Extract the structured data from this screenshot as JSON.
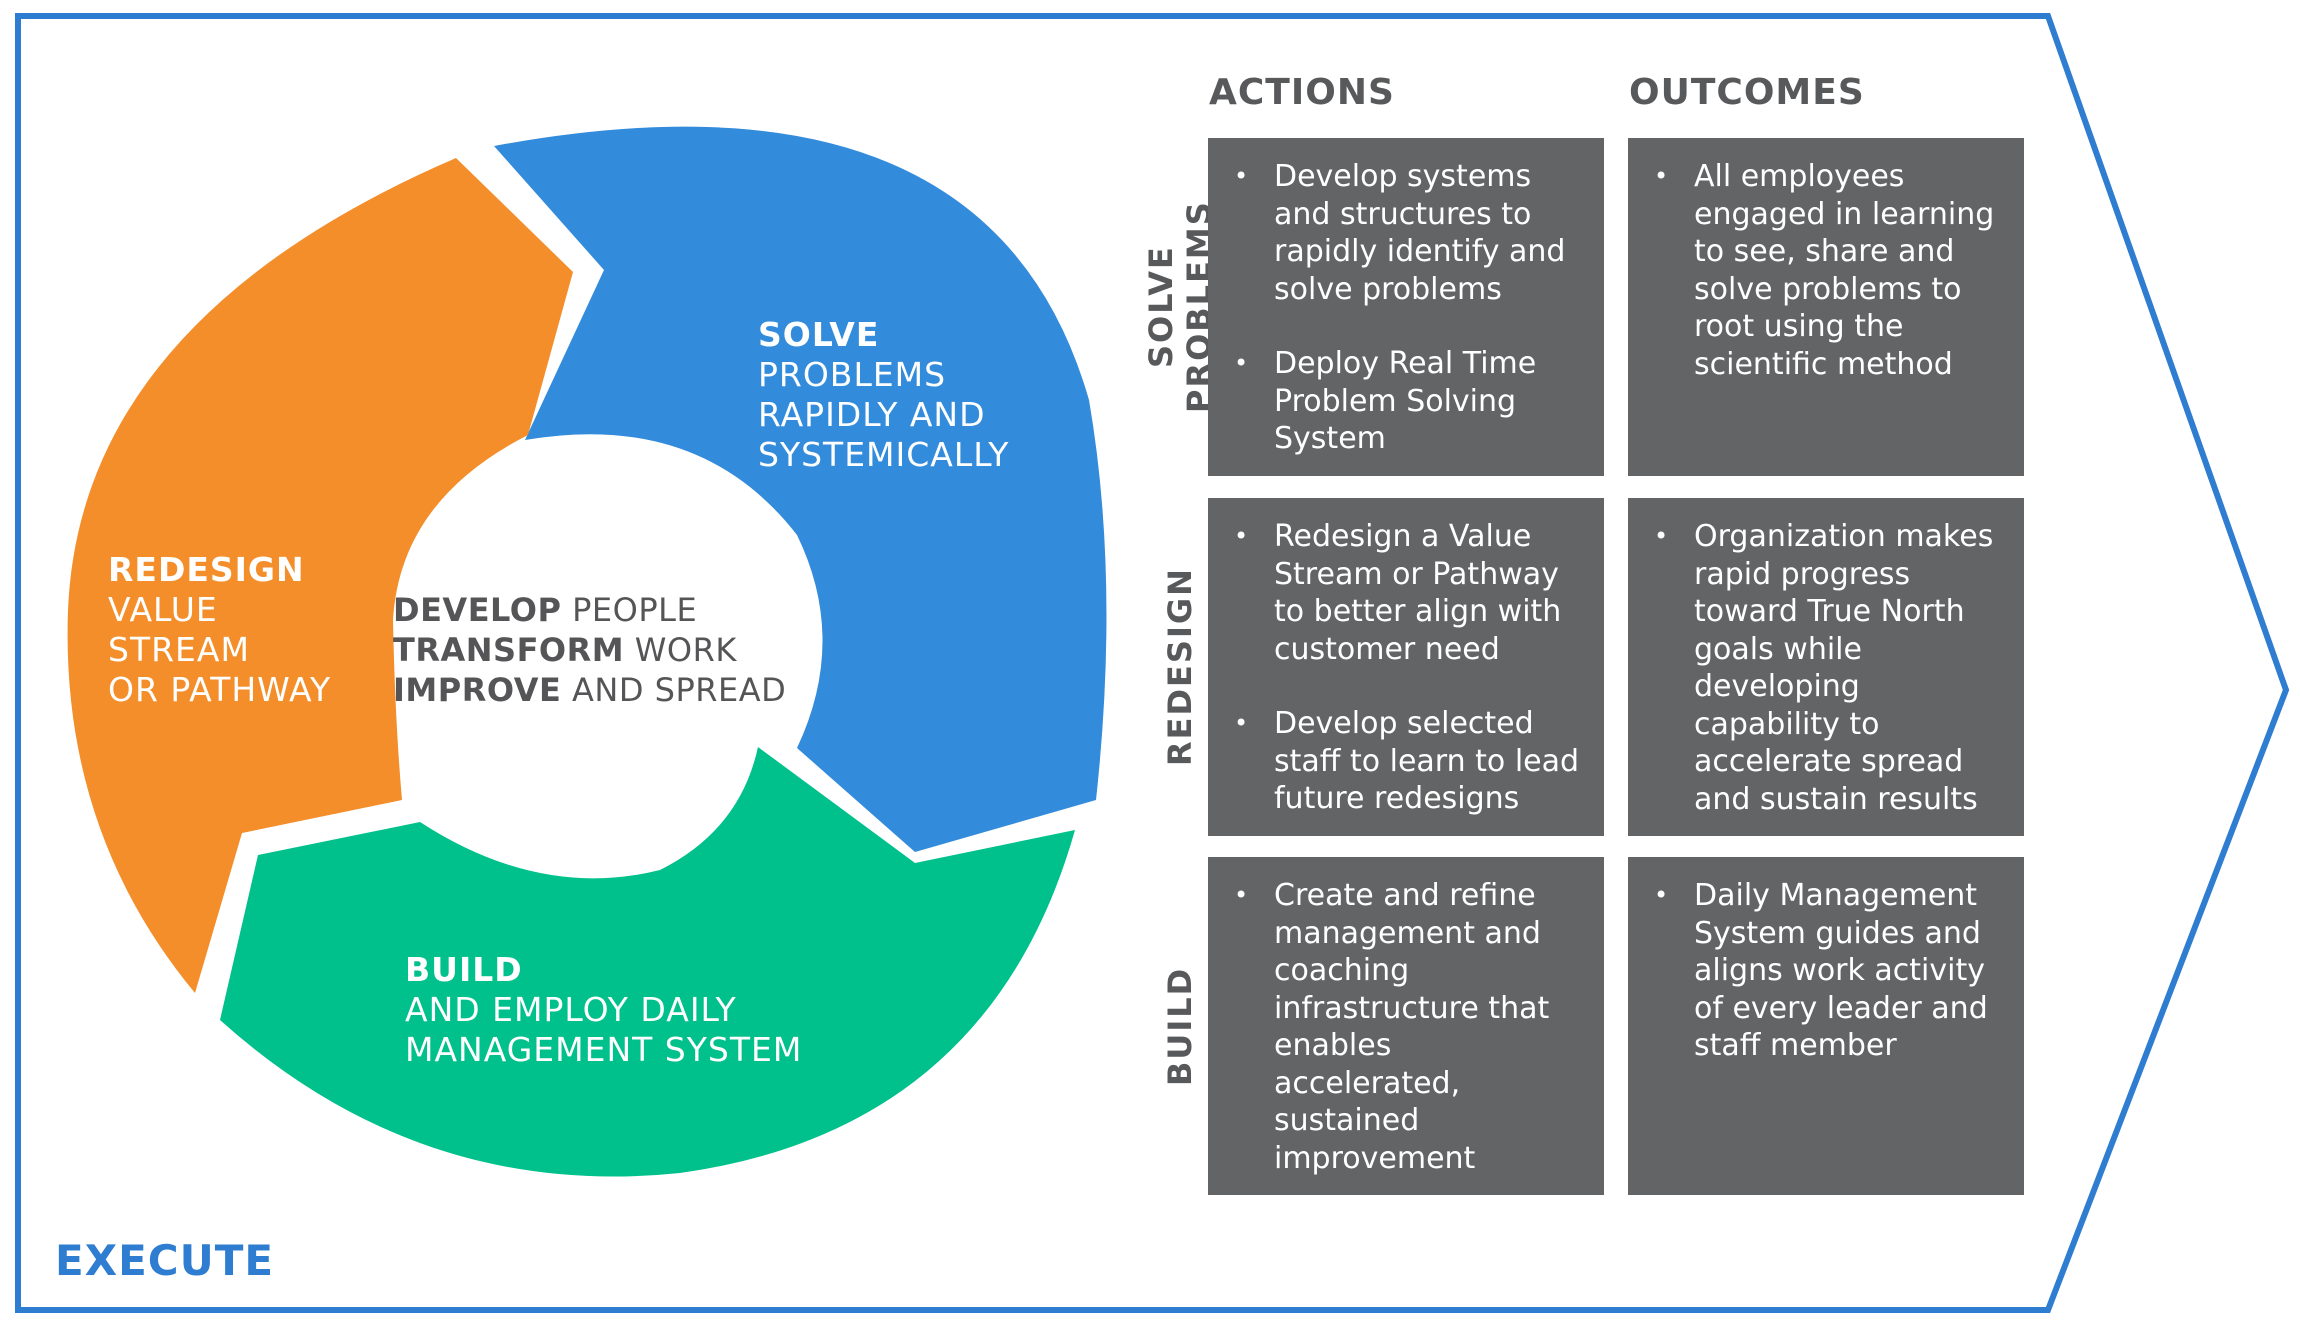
{
  "colors": {
    "frame": "#2f7dd1",
    "solve": "#338bdb",
    "redesign": "#f38e2a",
    "build": "#00c08b",
    "cell": "#636466",
    "text_dark": "#58595b"
  },
  "cycle": {
    "solve": {
      "heading": "SOLVE",
      "lines": "PROBLEMS\nRAPIDLY AND\nSYSTEMICALLY"
    },
    "redesign": {
      "heading": "REDESIGN",
      "lines": "VALUE\nSTREAM\nOR PATHWAY"
    },
    "build": {
      "heading": "BUILD",
      "lines": "AND EMPLOY DAILY\nMANAGEMENT SYSTEM"
    },
    "center": [
      {
        "bold": "DEVELOP",
        "rest": " PEOPLE"
      },
      {
        "bold": "TRANSFORM",
        "rest": " WORK"
      },
      {
        "bold": "IMPROVE",
        "rest": " AND SPREAD"
      }
    ]
  },
  "table": {
    "columns": [
      "ACTIONS",
      "OUTCOMES"
    ],
    "rows": [
      {
        "label": "SOLVE PROBLEMS",
        "actions": [
          "Develop systems and structures to rapidly identify and solve problems",
          "Deploy Real Time Problem Solving System"
        ],
        "outcomes": [
          "All employees engaged in learning to see, share and solve problems to root using the scientific method"
        ]
      },
      {
        "label": "REDESIGN",
        "actions": [
          "Redesign a Value Stream or Pathway to better align with customer need",
          "Develop selected staff to learn to lead future redesigns"
        ],
        "outcomes": [
          "Organization makes rapid progress toward True North goals while developing capability to accelerate spread and sustain results"
        ]
      },
      {
        "label": "BUILD",
        "actions": [
          "Create and refine management and coaching infrastructure that enables accelerated, sustained improvement"
        ],
        "outcomes": [
          "Daily Management System guides and aligns work activity of every leader and staff member"
        ]
      }
    ]
  },
  "footer": {
    "label": "EXECUTE"
  }
}
